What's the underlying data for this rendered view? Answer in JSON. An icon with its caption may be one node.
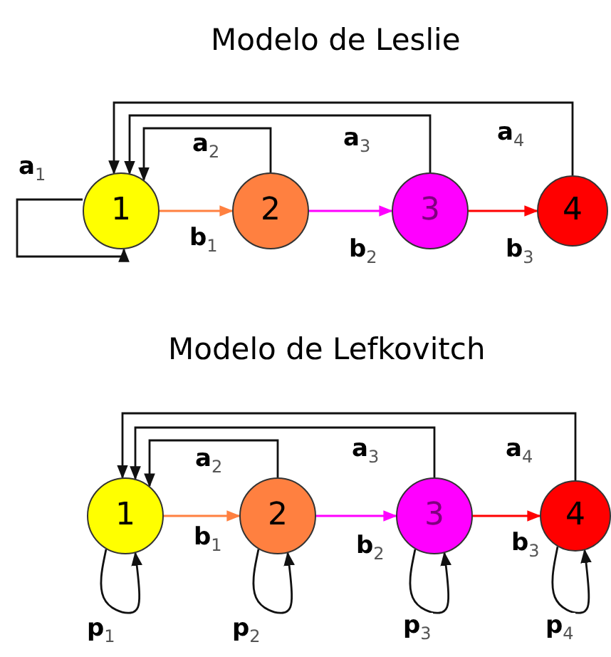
{
  "diagram": {
    "title": "Modelo de Leslie",
    "nodes": [
      {
        "text": [
          "1"
        ]
      },
      {
        "text": [
          "2"
        ]
      },
      {
        "text": [
          "3"
        ]
      },
      {
        "text": [
          "4"
        ]
      },
      {
        "text": [
          "1"
        ]
      },
      {
        "text": [
          "2"
        ]
      },
      {
        "text": [
          "3"
        ]
      },
      {
        "text": [
          "4"
        ]
      }
    ],
    "edges": [
      {
        "from": 0,
        "to": 0,
        "arrow": "to",
        "label": "a$_{1}$"
      },
      {
        "from": 1,
        "to": 0,
        "arrow": "to",
        "label": "a$_{2}$"
      },
      {
        "from": 2,
        "to": 0,
        "arrow": "to",
        "label": "a$_{3}$"
      },
      {
        "from": 3,
        "to": 0,
        "arrow": "to",
        "label": "a$_{4}$"
      },
      {
        "from": 0,
        "to": 1,
        "arrow": "to",
        "label": "b$_{1}$",
        "color": "#ff8040"
      },
      {
        "from": 1,
        "to": 2,
        "arrow": "to",
        "label": "b$_{2}$",
        "color": "#ff00ff"
      },
      {
        "from": 2,
        "to": 3,
        "arrow": "to",
        "label": "b$_{3}$",
        "color": "#ff0000"
      },
      {
        "from": 5,
        "to": 4,
        "arrow": "to",
        "label": "a$_{2}$"
      },
      {
        "from": 6,
        "to": 4,
        "arrow": "to",
        "label": "a$_{3}$"
      },
      {
        "from": 7,
        "to": 4,
        "arrow": "to",
        "label": "a$_{4}$"
      },
      {
        "from": 4,
        "to": 5,
        "arrow": "to",
        "label": "b$_{1}$",
        "color": "#ff8040"
      },
      {
        "from": 5,
        "to": 6,
        "arrow": "to",
        "label": "b$_{2}$",
        "color": "#ff00ff"
      },
      {
        "from": 6,
        "to": 7,
        "arrow": "to",
        "label": "b$_{3}$",
        "color": "#ff0000"
      },
      {
        "from": 4,
        "to": 4,
        "arrow": "to",
        "label": "p$_{1}$"
      },
      {
        "from": 5,
        "to": 5,
        "arrow": "to",
        "label": "p$_{2}$"
      },
      {
        "from": 6,
        "to": 6,
        "arrow": "to",
        "label": "p$_{3}$"
      },
      {
        "from": 7,
        "to": 7,
        "arrow": "to",
        "label": "p$_{4}$"
      }
    ],
    "labels": [
      "Modelo de Lefkovitch"
    ]
  }
}
